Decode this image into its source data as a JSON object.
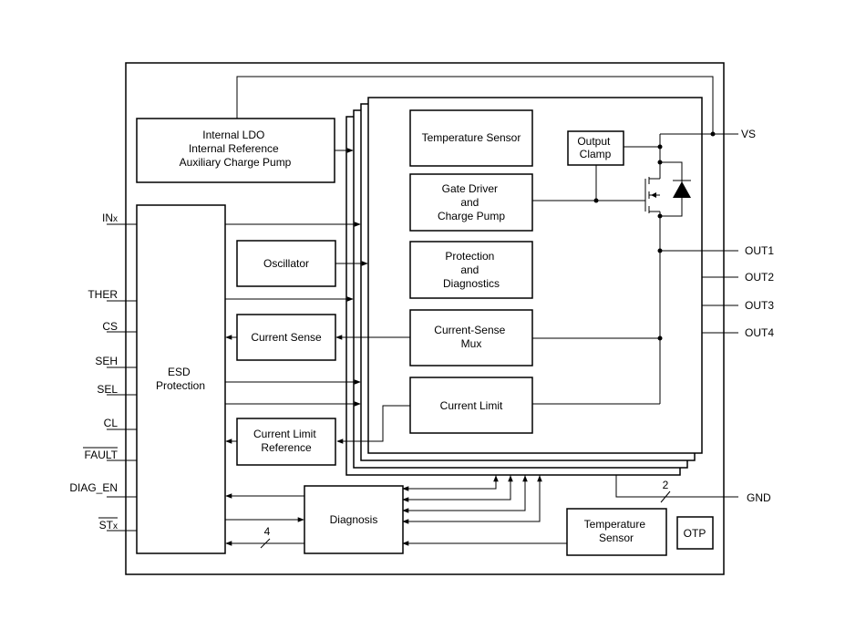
{
  "blocks": {
    "ldo": [
      "Internal LDO",
      "Internal Reference",
      "Auxiliary Charge Pump"
    ],
    "esd": [
      "ESD",
      "Protection"
    ],
    "oscillator": [
      "Oscillator"
    ],
    "current_sense": [
      "Current Sense"
    ],
    "current_limit_reference": [
      "Current Limit",
      "Reference"
    ],
    "diagnosis": [
      "Diagnosis"
    ],
    "temperature_sensor_channel": [
      "Temperature Sensor"
    ],
    "gate_driver": [
      "Gate Driver",
      "and",
      "Charge Pump"
    ],
    "protection_diagnostics": [
      "Protection",
      "and",
      "Diagnostics"
    ],
    "current_sense_mux": [
      "Current-Sense",
      "Mux"
    ],
    "current_limit": [
      "Current Limit"
    ],
    "output_clamp": [
      "Output",
      "Clamp"
    ],
    "temperature_sensor": [
      "Temperature",
      "Sensor"
    ],
    "otp": [
      "OTP"
    ]
  },
  "pins_left": {
    "inx": "IN",
    "inx_sub": "x",
    "ther": "THER",
    "cs": "CS",
    "seh": "SEH",
    "sel": "SEL",
    "cl": "CL",
    "fault": "FAULT",
    "diag_en": "DIAG_EN",
    "stx": "ST",
    "stx_sub": "x"
  },
  "pins_right": {
    "vs": "VS",
    "out1": "OUT1",
    "out2": "OUT2",
    "out3": "OUT3",
    "out4": "OUT4",
    "gnd": "GND"
  },
  "bus_labels": {
    "st_bus": "4",
    "gnd_bus": "2"
  }
}
